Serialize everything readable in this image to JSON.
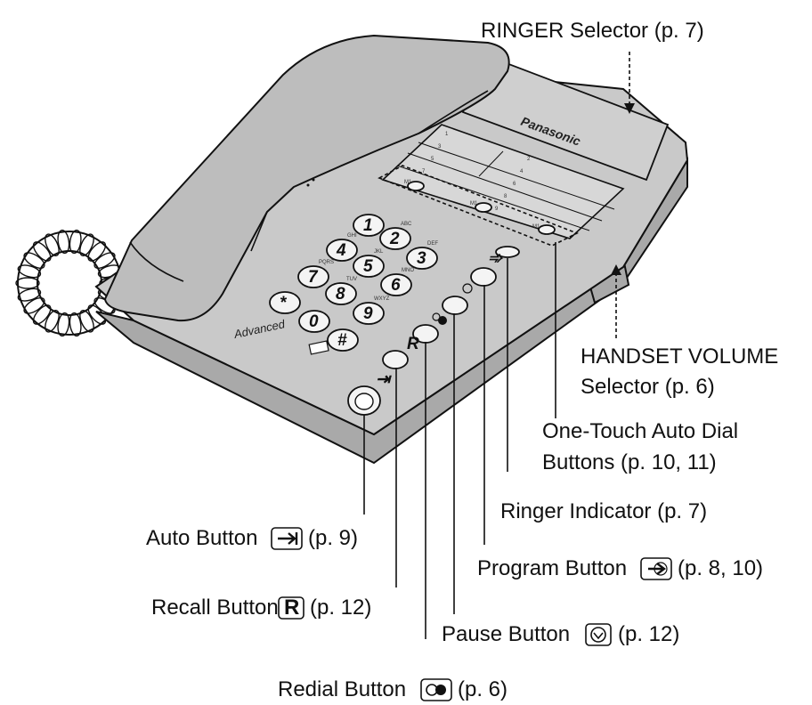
{
  "brand": "Panasonic",
  "logo": "Advanced",
  "memory_label": "M1",
  "one_touch_numbers": [
    "1",
    "2",
    "3",
    "4",
    "5",
    "6",
    "7",
    "8",
    "9"
  ],
  "keypad": [
    {
      "digit": "1",
      "letters": ""
    },
    {
      "digit": "2",
      "letters": "ABC"
    },
    {
      "digit": "3",
      "letters": "DEF"
    },
    {
      "digit": "4",
      "letters": "GHI"
    },
    {
      "digit": "5",
      "letters": "JKL"
    },
    {
      "digit": "6",
      "letters": "MNO"
    },
    {
      "digit": "7",
      "letters": "PQRS"
    },
    {
      "digit": "8",
      "letters": "TUV"
    },
    {
      "digit": "9",
      "letters": "WXYZ"
    },
    {
      "digit": "*",
      "letters": ""
    },
    {
      "digit": "0",
      "letters": ""
    },
    {
      "digit": "#",
      "letters": ""
    }
  ],
  "recall_key_letter": "R",
  "labels": {
    "ringer_selector": "RINGER Selector (p. 7)",
    "handset_volume_1": "HANDSET VOLUME",
    "handset_volume_2": "Selector (p. 6)",
    "one_touch_1": "One-Touch Auto Dial",
    "one_touch_2": "Buttons (p. 10, 11)",
    "ringer_indicator": "Ringer Indicator (p. 7)",
    "program_pre": "Program Button",
    "program_post": "(p. 8, 10)",
    "auto_pre": "Auto Button",
    "auto_post": "(p. 9)",
    "recall_pre": "Recall Button",
    "recall_post": "(p. 12)",
    "pause_pre": "Pause Button",
    "pause_post": "(p. 12)",
    "redial_pre": "Redial Button",
    "redial_post": "(p. 6)"
  },
  "icons": {
    "auto": "auto-arrow-icon",
    "recall": "recall-r-icon",
    "program": "program-arrow-icon",
    "pause": "pause-icon",
    "redial": "redial-icon"
  }
}
